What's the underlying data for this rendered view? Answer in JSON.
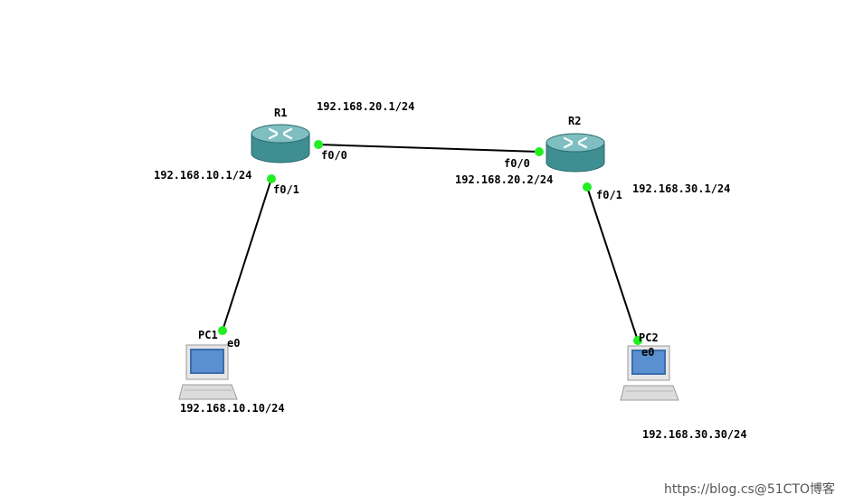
{
  "topology": {
    "nodes": {
      "r1": {
        "name": "R1",
        "type": "router"
      },
      "r2": {
        "name": "R2",
        "type": "router"
      },
      "pc1": {
        "name": "PC1",
        "type": "pc",
        "iface": "e0",
        "ip": "192.168.10.10/24"
      },
      "pc2": {
        "name": "PC2",
        "type": "pc",
        "iface": "e0",
        "ip": "192.168.30.30/24"
      }
    },
    "interfaces": {
      "r1_f00": {
        "name": "f0/0",
        "ip": "192.168.20.1/24"
      },
      "r1_f01": {
        "name": "f0/1",
        "ip": "192.168.10.1/24"
      },
      "r2_f00": {
        "name": "f0/0",
        "ip": "192.168.20.2/24"
      },
      "r2_f01": {
        "name": "f0/1",
        "ip": "192.168.30.1/24"
      }
    },
    "links": [
      {
        "from": "R1 f0/0",
        "to": "R2 f0/0"
      },
      {
        "from": "R1 f0/1",
        "to": "PC1 e0"
      },
      {
        "from": "R2 f0/1",
        "to": "PC2 e0"
      }
    ]
  },
  "colors": {
    "router_body": "#3e8e92",
    "router_top": "#7fbfc2",
    "port_dot": "#22ee22",
    "link": "#000000"
  },
  "watermark": "https://blog.cs@51CTO博客"
}
